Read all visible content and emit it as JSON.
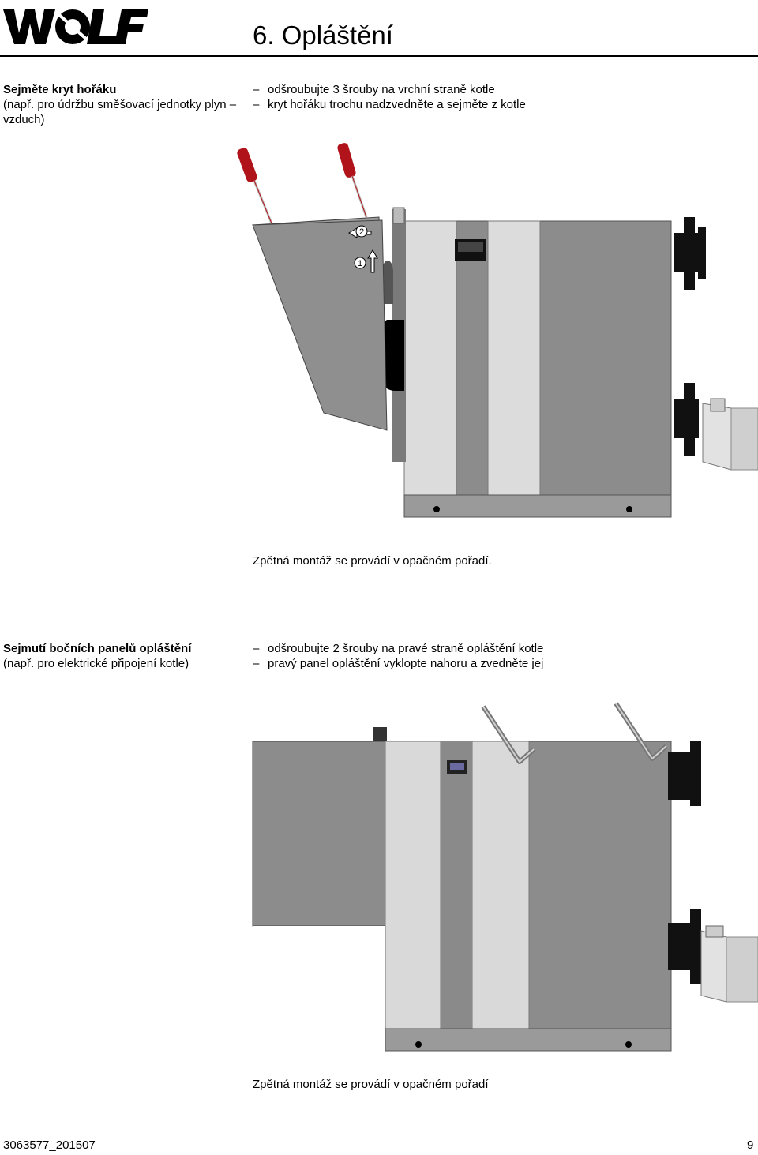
{
  "header": {
    "logo_text": "WOLF",
    "section_title": "6.  Opláštění"
  },
  "step1": {
    "title": "Sejměte kryt hořáku",
    "subtitle": "(např. pro údržbu směšovací jednotky plyn – vzduch)",
    "items": [
      "odšroubujte 3 šrouby na vrchní straně kotle",
      "kryt hořáku trochu nadzvedněte a sejměte z kotle"
    ],
    "figure_callouts": [
      "2",
      "1"
    ],
    "note": "Zpětná montáž se provádí v opačném pořadí."
  },
  "step2": {
    "title": "Sejmutí bočních panelů opláštění",
    "subtitle": "(např. pro elektrické připojení kotle)",
    "items": [
      "odšroubujte 2 šrouby na pravé straně opláštění kotle",
      "pravý panel opláštění vyklopte nahoru a zvedněte jej"
    ],
    "note": "Zpětná montáž se provádí v opačném pořadí"
  },
  "footer": {
    "doc_number": "3063577_201507",
    "page_number": "9"
  },
  "colors": {
    "panel_grey": "#8c8c8c",
    "panel_light": "#d9d9d9",
    "pipe_black": "#111111",
    "screwdriver_red": "#b0141a"
  },
  "icons": [
    "screwdriver-icon",
    "allen-key-icon",
    "arrow-up-icon",
    "arrow-left-icon"
  ]
}
